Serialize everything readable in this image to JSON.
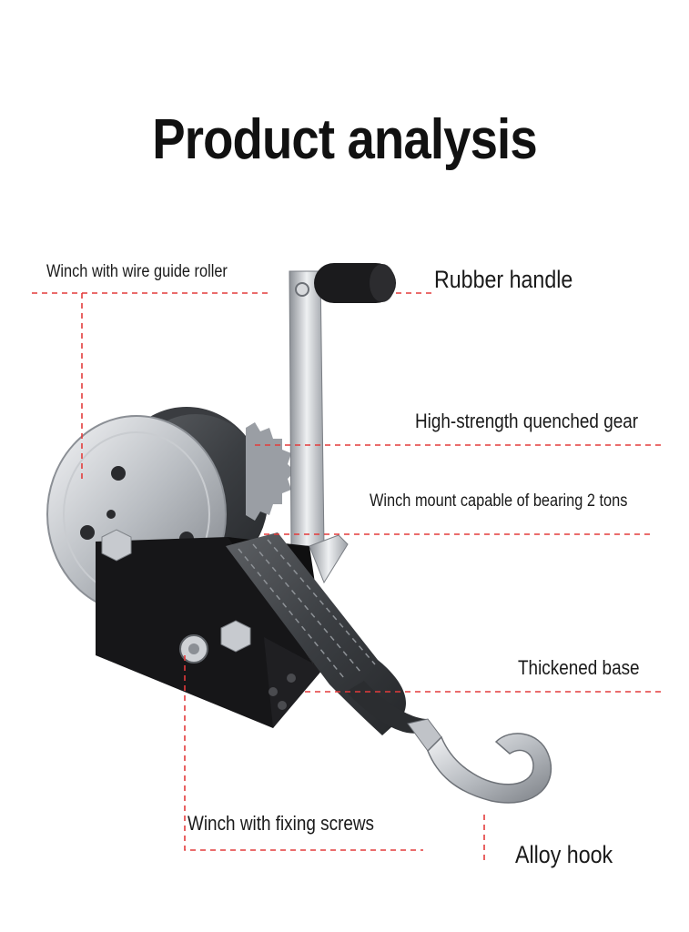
{
  "title": "Product analysis",
  "labels": {
    "guide_roller": "Winch with wire guide roller",
    "rubber_handle": "Rubber handle",
    "gear": "High-strength quenched gear",
    "mount": "Winch mount capable of bearing 2 tons",
    "base": "Thickened base",
    "fixing_screws": "Winch with fixing screws",
    "alloy_hook": "Alloy hook"
  },
  "colors": {
    "leader_line": "#e33b3b",
    "text": "#1a1a1a",
    "background": "#ffffff"
  }
}
